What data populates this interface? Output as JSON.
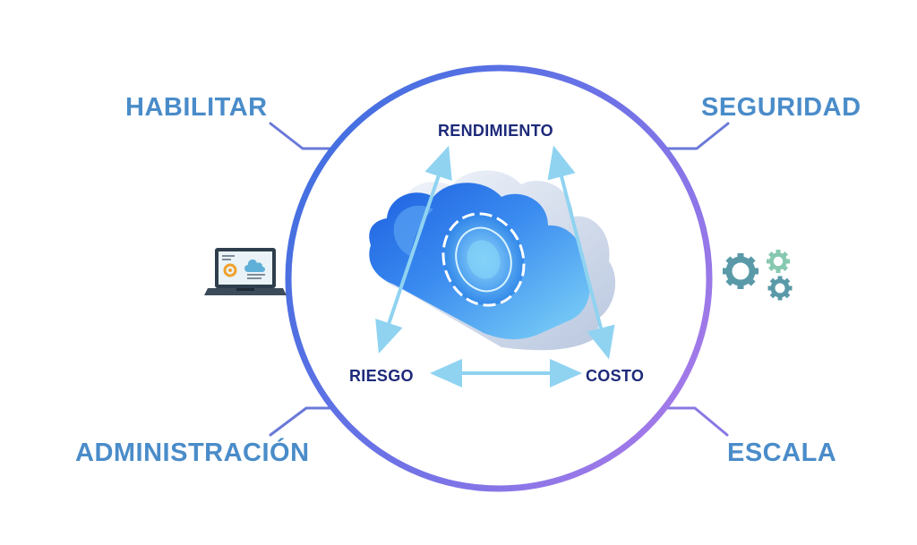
{
  "diagram": {
    "outer_labels": {
      "top_left": "HABILITAR",
      "top_right": "SEGURIDAD",
      "bottom_left": "ADMINISTRACIÓN",
      "bottom_right": "ESCALA"
    },
    "inner_labels": {
      "top": "RENDIMIENTO",
      "left": "RIESGO",
      "right": "COSTO"
    },
    "icons": {
      "left": "laptop-icon",
      "right": "gears-icon",
      "center": "cloud-icon"
    },
    "colors": {
      "outer_label": "#4a8cc9",
      "inner_label": "#1d2a7a",
      "ring_start": "#3f6fe0",
      "ring_end": "#9f78e8",
      "arrow": "#8fd3f1",
      "connector": "#6a7ad8"
    }
  }
}
